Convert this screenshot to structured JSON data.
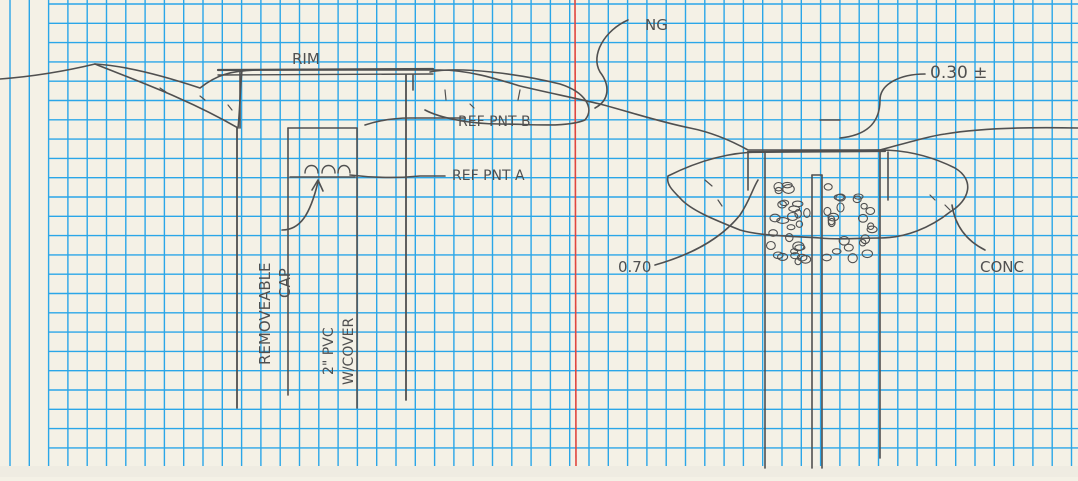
{
  "colors": {
    "paper": "#f4f1e6",
    "grid": "#2aa6e8",
    "margin_line": "#e0463f",
    "pencil": "#505050"
  },
  "labels": {
    "rim": "RIM",
    "ng": "NG",
    "ref_point_b": "REF PNT B",
    "ref_point_a": "REF PNT A",
    "removable_cap_1": "REMOVEABLE",
    "removable_cap_2": "CAP",
    "pvc_1": "2\" PVC",
    "pvc_2": "W/COVER",
    "elev_top": "0.30 ±",
    "elev_side": "0.70",
    "conc": "CONC"
  }
}
